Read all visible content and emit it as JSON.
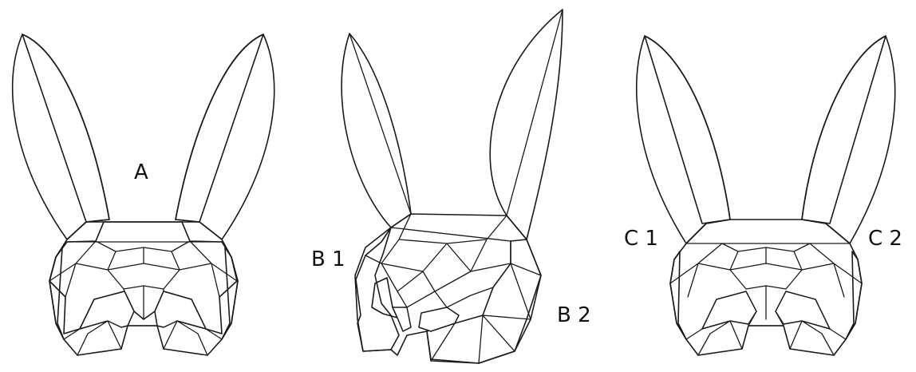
{
  "labels": {
    "a": "A",
    "b1": "B 1",
    "b2": "B 2",
    "c1": "C 1",
    "c2": "C 2"
  },
  "colors": {
    "pink": "#ef7a80",
    "dark_pink": "#c9656b",
    "maroon": "#a5555b",
    "light_gray": "#dcdcdc",
    "mid_gray": "#8c8c8c",
    "outline": "#1a1a1a",
    "background": "#ffffff"
  }
}
